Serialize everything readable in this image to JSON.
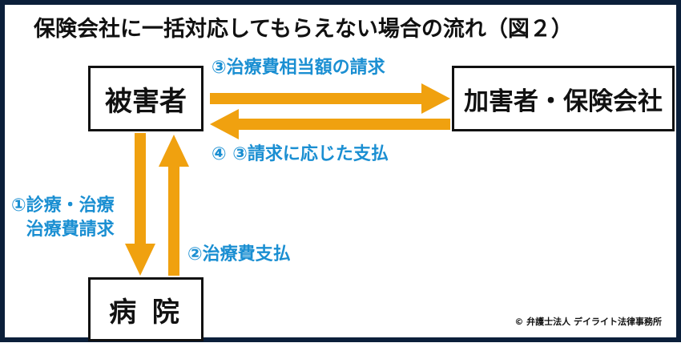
{
  "title": "保険会社に一括対応してもらえない場合の流れ（図２）",
  "nodes": {
    "victim": "被害者",
    "insurer": "加害者・保険会社",
    "hospital": "病 院"
  },
  "edges": {
    "request": "③治療費相当額の請求",
    "payment": "④ ③請求に応じた支払",
    "step1_line1": "①診療・治療",
    "step1_line2": "治療費請求",
    "step2": "②治療費支払"
  },
  "credit": "© 弁護士法人 デイライト法律事務所",
  "colors": {
    "arrow": "#f0a10f",
    "label": "#1b8fd2",
    "frame": "#0b1f3a"
  }
}
